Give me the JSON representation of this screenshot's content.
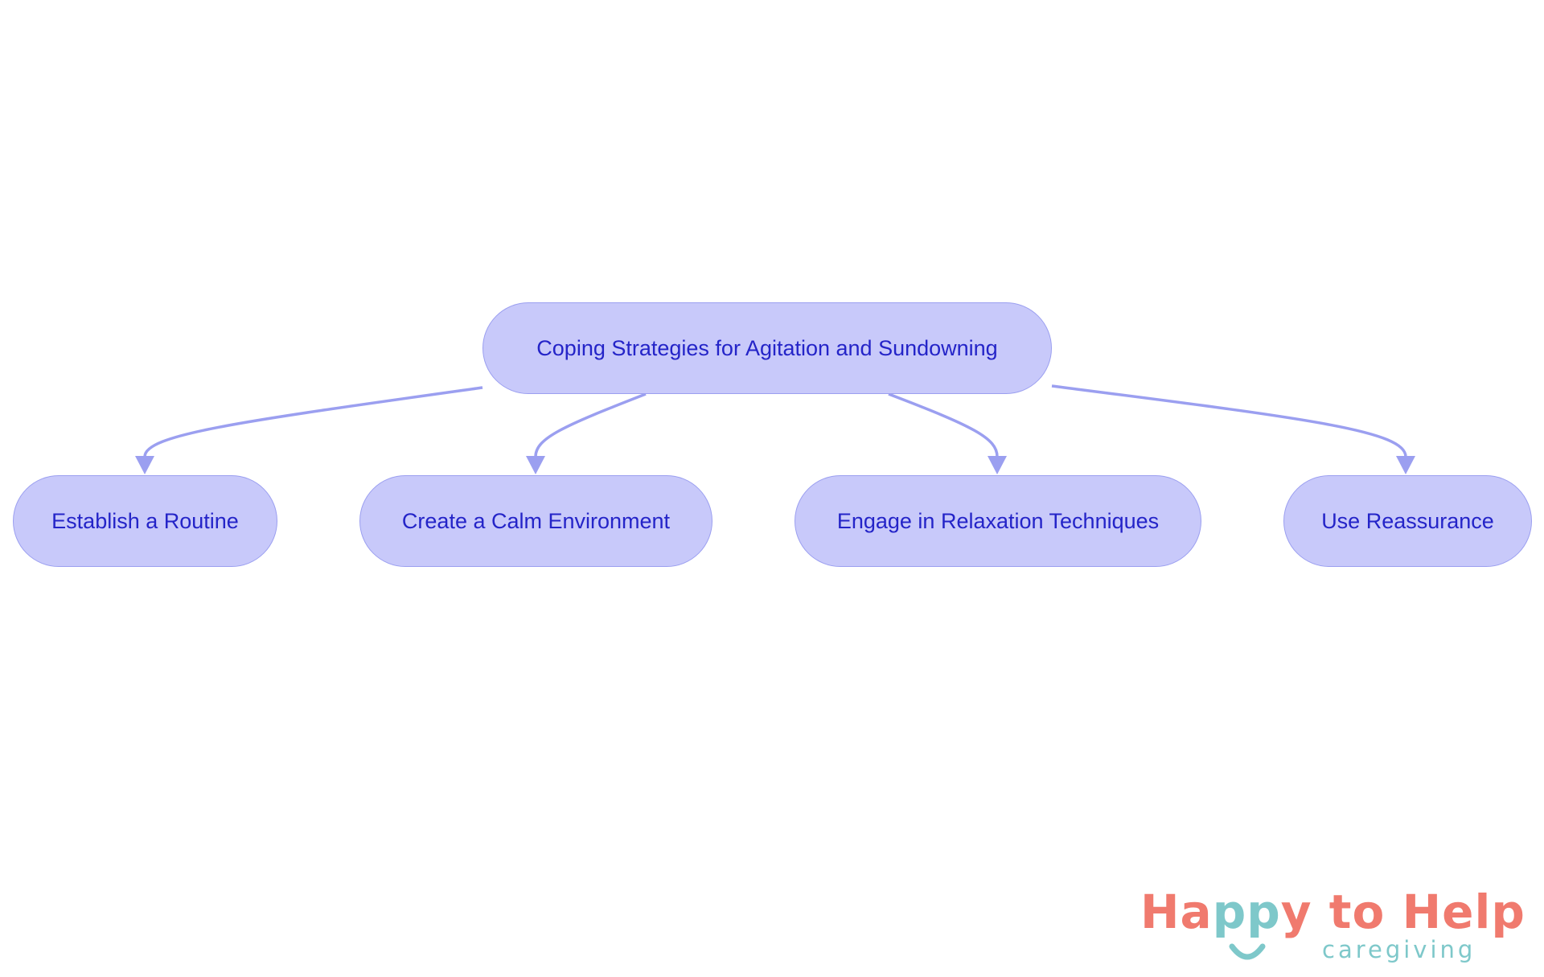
{
  "diagram": {
    "root": {
      "label": "Coping Strategies for Agitation and Sundowning"
    },
    "children": [
      {
        "label": "Establish a Routine"
      },
      {
        "label": "Create a Calm Environment"
      },
      {
        "label": "Engage in Relaxation Techniques"
      },
      {
        "label": "Use Reassurance"
      }
    ]
  },
  "colors": {
    "node_fill": "#c8c9fa",
    "node_border": "#9b9ff0",
    "node_text": "#2424c8",
    "edge": "#9b9ff0",
    "logo_coral": "#f07a6e",
    "logo_teal": "#7ec8ca"
  },
  "logo": {
    "text": "Happy to Help",
    "tagline": "caregiving"
  }
}
